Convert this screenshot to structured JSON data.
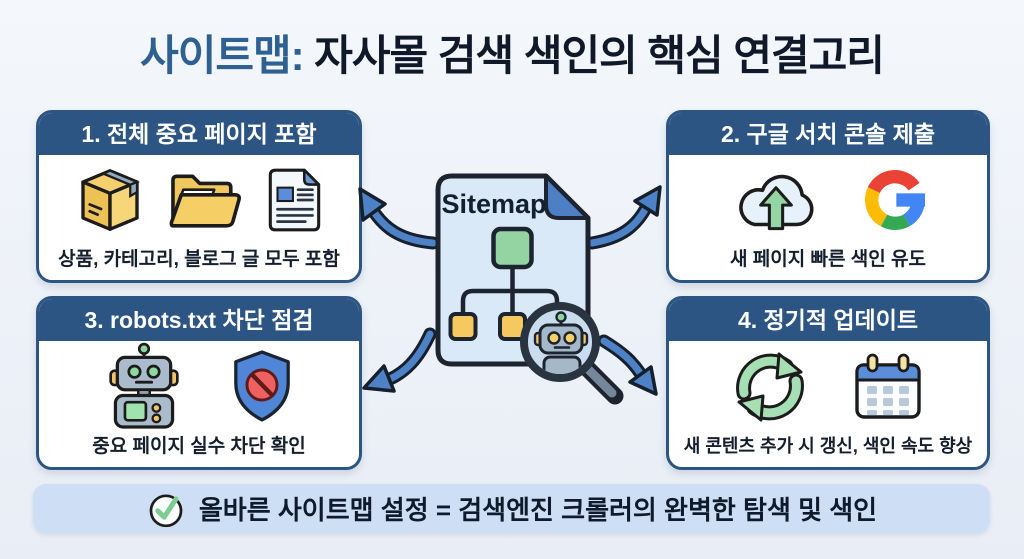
{
  "title": {
    "highlight": "사이트맵:",
    "rest": " 자사몰 검색 색인의 핵심 연결고리"
  },
  "center": {
    "doc_label": "Sitemap",
    "icons": [
      "sitemap-document-icon",
      "flowchart-nodes",
      "robot-magnifier-icon"
    ]
  },
  "cards": [
    {
      "header": "1. 전체 중요 페이지 포함",
      "caption": "상품, 카테고리, 블로그 글 모두 포함",
      "icons": [
        "package-icon",
        "folder-icon",
        "document-icon"
      ]
    },
    {
      "header": "2. 구글 서치 콘솔 제출",
      "caption": "새 페이지 빠른 색인 유도",
      "icons": [
        "cloud-upload-icon",
        "google-logo"
      ]
    },
    {
      "header": "3. robots.txt 차단 점검",
      "caption": "중요 페이지 실수 차단 확인",
      "icons": [
        "robot-icon",
        "shield-block-icon"
      ]
    },
    {
      "header": "4. 정기적 업데이트",
      "caption": "새 콘텐츠 추가 시 갱신, 색인 속도 향상",
      "icons": [
        "refresh-icon",
        "calendar-icon"
      ]
    }
  ],
  "footer": {
    "icon": "check-circle-icon",
    "text": "올바른 사이트맵 설정 = 검색엔진 크롤러의 완벽한 탐색 및 색인"
  },
  "colors": {
    "background": "#edf1f8",
    "card_header_navy": "#2d5583",
    "title_blue": "#2e6191",
    "title_dark": "#10192a",
    "arrow_blue": "#4e82c6",
    "doc_fill": "#d9e9f7",
    "doc_fold_blue": "#4e7fc4",
    "node_green": "#93d4a2",
    "node_yellow": "#f5c95f",
    "banner_bg": "#cedff5",
    "check_green": "#7ccd92",
    "google_blue": "#4285F4",
    "google_red": "#EA4335",
    "google_yellow": "#FBBC05",
    "google_green": "#34A853"
  }
}
